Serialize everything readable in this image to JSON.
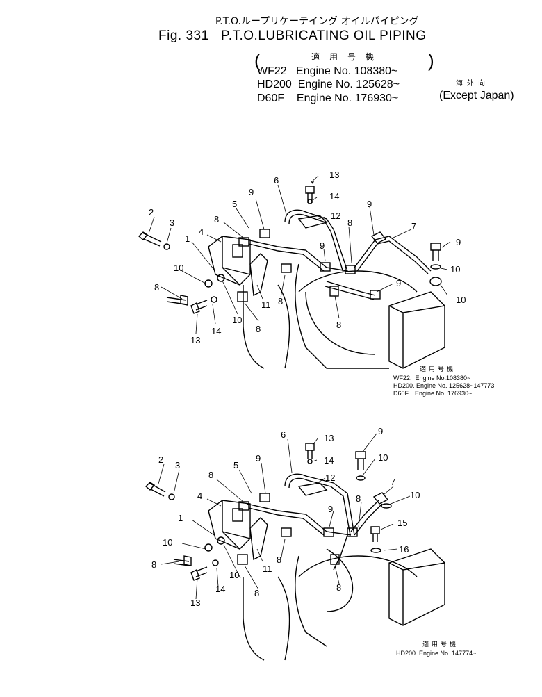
{
  "header": {
    "title_jp": "P.T.O.ループリケーテイング オイルパイピング",
    "fig_label": "Fig. 331   P.T.O.LUBRICATING OIL PIPING",
    "applicability_jp": "適用号機",
    "engines": [
      "WF22   Engine No. 108380~",
      "HD200  Engine No. 125628~",
      "D60F    Engine No. 176930~"
    ],
    "overseas_jp": "海外向",
    "except_label": "(Except Japan)"
  },
  "diagram_top": {
    "note_title_jp": "適用号機",
    "note_lines": [
      "WF22.  Engine No.108380~",
      "HD200. Engine No. 125628~147773",
      "D60F.   Engine No. 176930~"
    ],
    "callouts": [
      "13",
      "14",
      "12",
      "9",
      "6",
      "5",
      "8",
      "9",
      "7",
      "2",
      "3",
      "4",
      "1",
      "8",
      "9",
      "9",
      "10",
      "10",
      "9",
      "8",
      "11",
      "8",
      "10",
      "8",
      "13",
      "14",
      "10",
      "8"
    ]
  },
  "diagram_bottom": {
    "note_title_jp": "適用号機",
    "note_lines": [
      "HD200. Engine No. 147774~"
    ],
    "callouts": [
      "6",
      "13",
      "9",
      "14",
      "10",
      "2",
      "3",
      "5",
      "9",
      "12",
      "8",
      "7",
      "10",
      "4",
      "8",
      "9",
      "1",
      "15",
      "16",
      "10",
      "8",
      "8",
      "11",
      "10",
      "13",
      "14",
      "8",
      "8"
    ]
  }
}
